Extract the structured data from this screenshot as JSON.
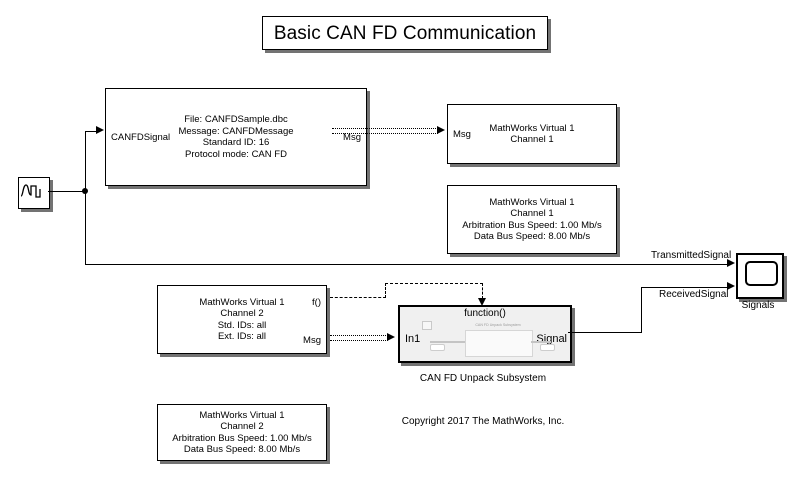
{
  "model": {
    "title": "Basic CAN FD Communication",
    "copyright": "Copyright 2017 The MathWorks, Inc."
  },
  "blocks": {
    "source": {
      "name": "signal-generator",
      "icon": "waveform-icon"
    },
    "can_pack": {
      "input_port": "CANFDSignal",
      "output_port": "Msg",
      "lines": "File: CANFDSample.dbc\nMessage: CANFDMessage\nStandard ID: 16\nProtocol mode: CAN FD"
    },
    "transmit": {
      "input_port": "Msg",
      "lines": "MathWorks Virtual 1\nChannel 1"
    },
    "config_tx": {
      "lines": "MathWorks Virtual 1\nChannel 1\nArbitration Bus Speed: 1.00 Mb/s\nData Bus Speed: 8.00 Mb/s"
    },
    "receive": {
      "lines": "MathWorks Virtual 1\nChannel 2\nStd. IDs: all\nExt. IDs: all",
      "port_fcn": "f()",
      "port_msg": "Msg"
    },
    "config_rx": {
      "lines": "MathWorks Virtual 1\nChannel 2\nArbitration Bus Speed: 1.00 Mb/s\nData Bus Speed: 8.00 Mb/s"
    },
    "subsystem": {
      "function_label": "function()",
      "inner_title": "CAN FD Unpack Subsystem",
      "input_port": "In1",
      "output_port": "Signal",
      "caption": "CAN FD Unpack Subsystem"
    },
    "scope": {
      "caption": "Signals"
    }
  },
  "signals": {
    "transmitted": "TransmittedSignal",
    "received": "ReceivedSignal"
  },
  "colors": {
    "background": "#ffffff",
    "line": "#000000",
    "subsystem_fill": "#f0f0f0",
    "shadow": "rgba(0,0,0,0.55)"
  }
}
